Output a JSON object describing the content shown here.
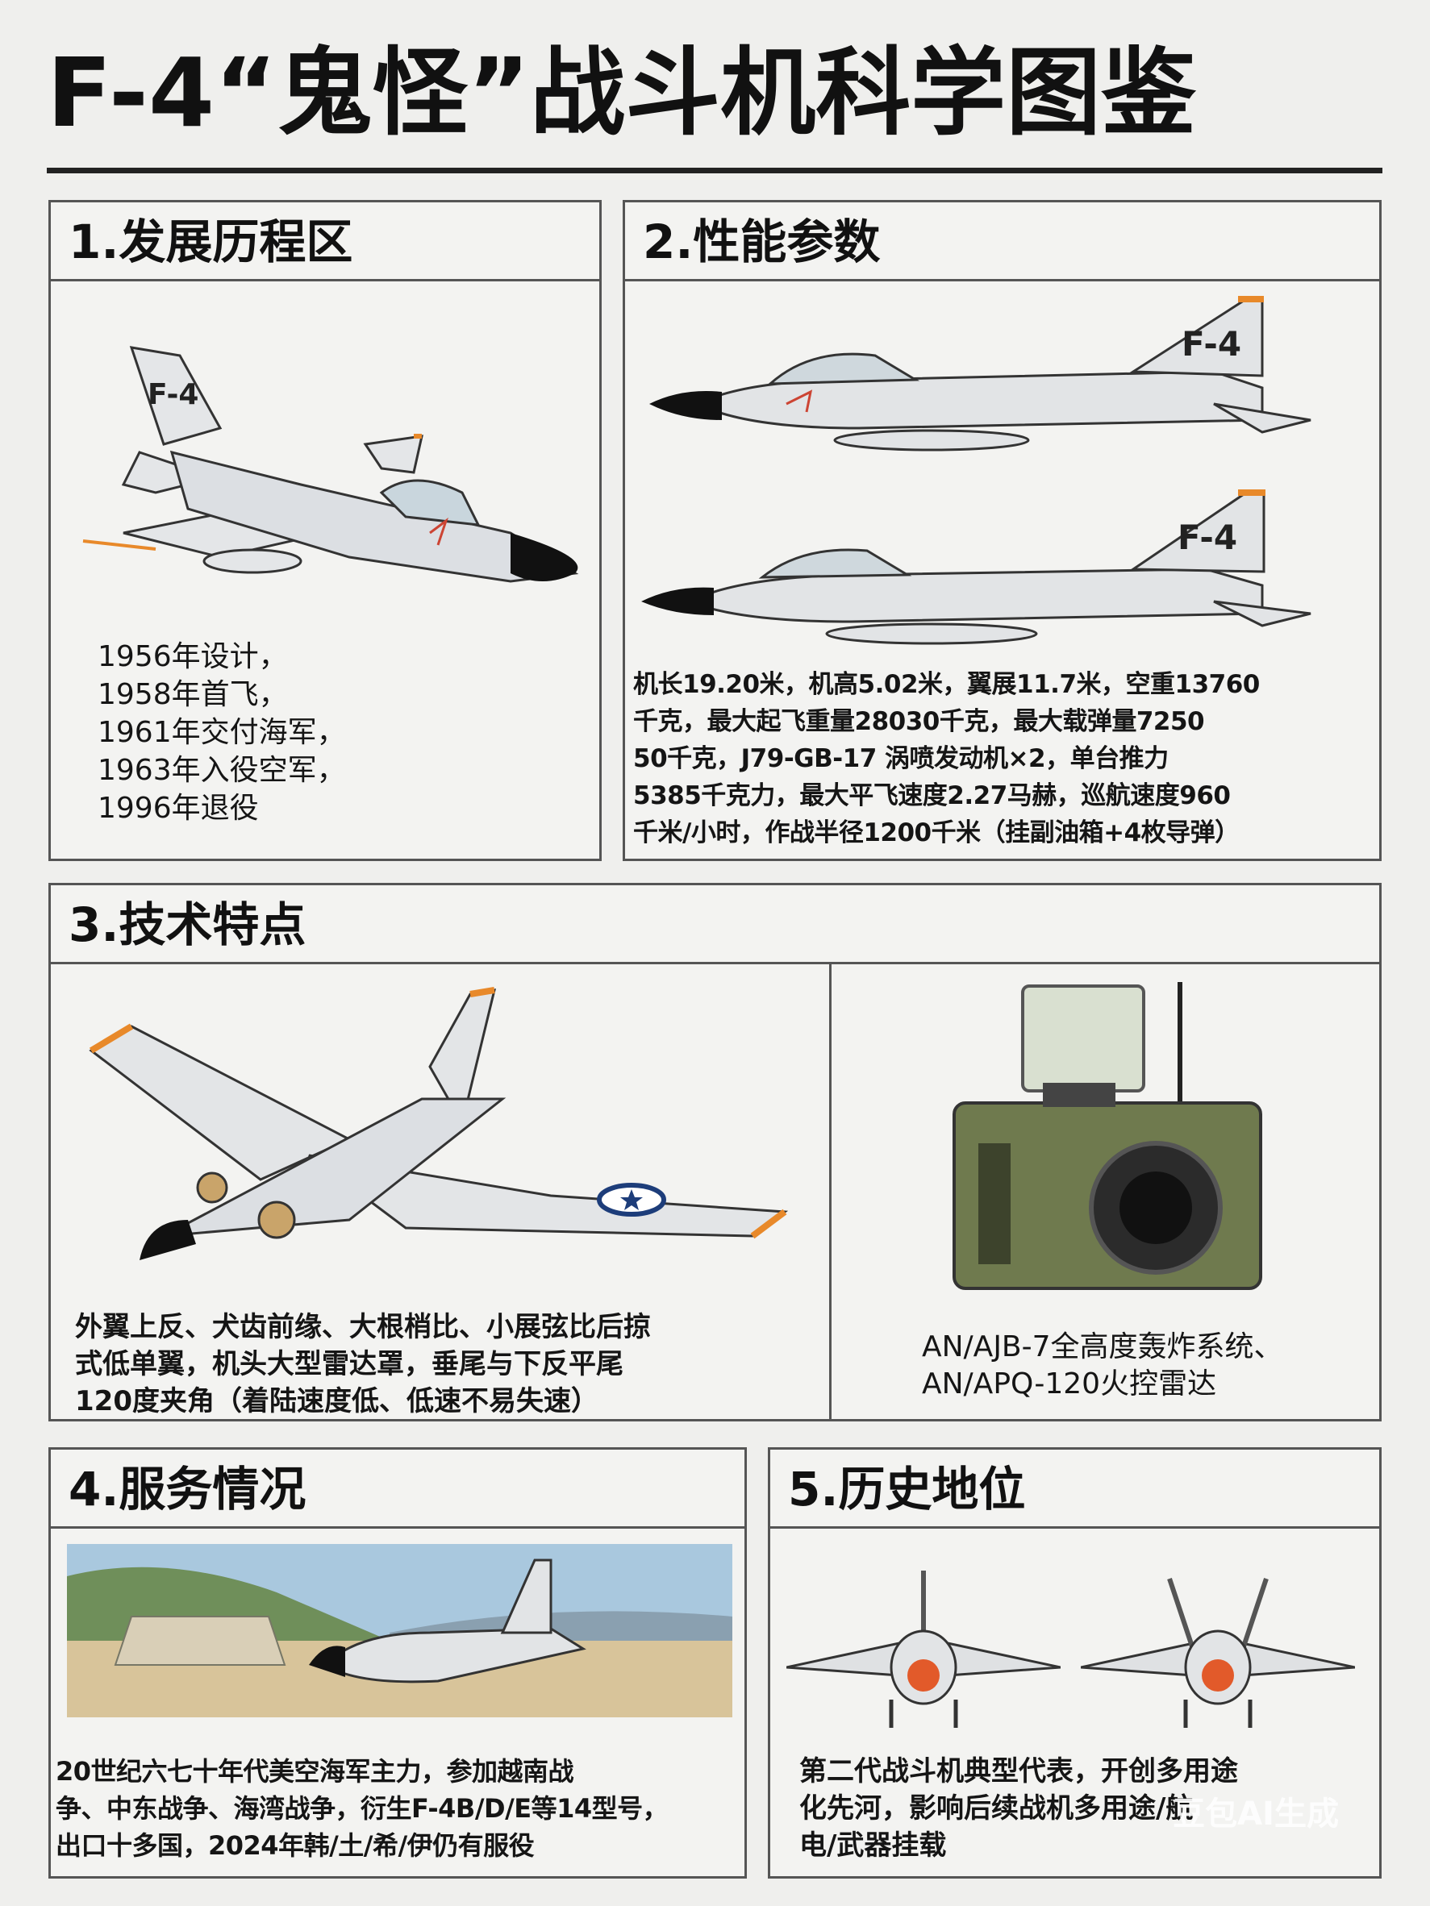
{
  "title": "F-4“鬼怪”战斗机科学图鉴",
  "sections": {
    "history": {
      "heading": "1.发展历程区",
      "lines": [
        "1956年设计，",
        "1958年首飞，",
        "1961年交付海军，",
        "1963年入役空军，",
        "1996年退役"
      ]
    },
    "performance": {
      "heading": "2.性能参数",
      "tail_label": "F-4",
      "lines": [
        "机长19.20米，机高5.02米，翼展11.7米，空重13760",
        "千克，最大起飞重量28030千克，最大载弹量7250",
        "50千克，J79-GB-17 涡喷发动机×2，单台推力",
        "5385千克力，最大平飞速度2.27马赫，巡航速度960",
        "千米/小时，作战半径1200千米（挂副油箱+4枚导弹）"
      ]
    },
    "tech": {
      "heading": "3.技术特点",
      "left_lines": [
        "外翼上反、犬齿前缘、大根梢比、小展弦比后掠",
        "式低单翼，机头大型雷达罩，垂尾与下反平尾",
        "120度夹角（着陆速度低、低速不易失速）"
      ],
      "right_lines": [
        "AN/AJB-7全高度轰炸系统、",
        "AN/APQ-120火控雷达"
      ]
    },
    "service": {
      "heading": "4.服务情况",
      "lines": [
        "20世纪六七十年代美空海军主力，参加越南战",
        "争、中东战争、海湾战争，衍生F-4B/D/E等14型号，",
        "出口十多国，2024年韩/土/希/伊仍有服役"
      ]
    },
    "legacy": {
      "heading": "5.历史地位",
      "lines": [
        "第二代战斗机典型代表，开创多用途",
        "化先河，影响后续战机多用途/航",
        "电/武器挂载"
      ]
    }
  },
  "watermark": "豆包AI生成",
  "colors": {
    "accent": "#e8892a",
    "frame": "#555555",
    "jet": "#dcdfe2",
    "nose": "#111111",
    "radar_olive": "#6f7a4e"
  }
}
